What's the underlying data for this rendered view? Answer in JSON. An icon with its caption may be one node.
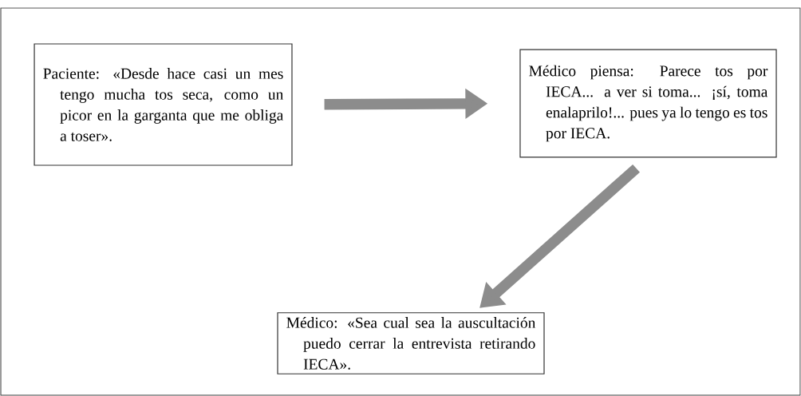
{
  "diagram": {
    "nodes": [
      {
        "text": [
          "Paciente: «Desde hace casi un mes tengo mucha tos seca, como un picor en la garganta que me obliga a toser»."
        ]
      },
      {
        "text": [
          "Médico piensa: Parece tos por IECA... a ver si toma... ¡sí, toma enalaprilo!... pues ya lo tengo es tos por IECA."
        ]
      },
      {
        "text": [
          "Médico: «Sea cual sea la auscultación puedo cerrar la entrevista retirando IECA»."
        ]
      }
    ],
    "edges": [
      {
        "from": 0,
        "to": 1,
        "arrow": "to"
      },
      {
        "from": 1,
        "to": 2,
        "arrow": "to"
      }
    ]
  }
}
